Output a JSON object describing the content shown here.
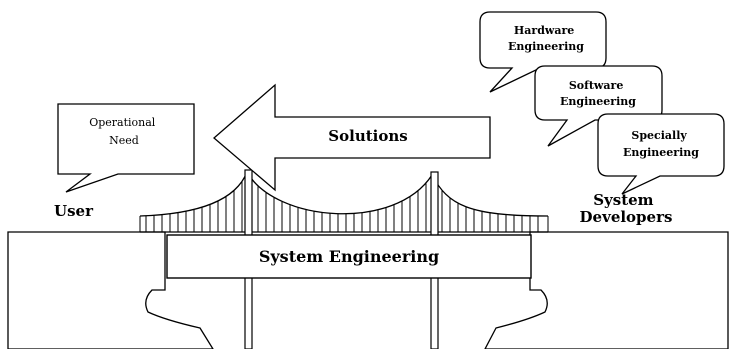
{
  "operational_need": [
    "Operational",
    "Need"
  ],
  "solutions": "Solutions",
  "user": "User",
  "system_engineering": "System Engineering",
  "system_developers": [
    "System",
    "Developers"
  ],
  "hardware_engineering": [
    "Hardware",
    "Engineering"
  ],
  "software_engineering": [
    "Software",
    "Engineering"
  ],
  "specialty_engineering": [
    "Specially",
    "Engineering"
  ]
}
